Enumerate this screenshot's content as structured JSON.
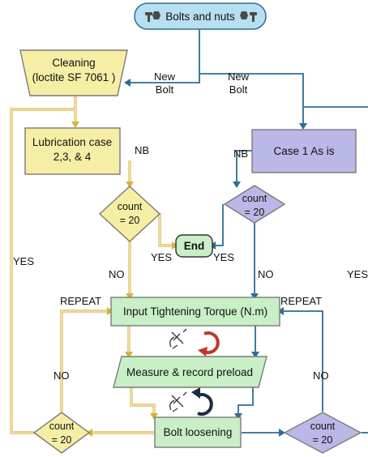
{
  "start": {
    "label": "Bolts and nuts"
  },
  "cleaning": {
    "line1": "Cleaning",
    "line2": "(loctite SF 7061 )"
  },
  "lubrication": {
    "line1": "Lubrication case",
    "line2": "2,3, & 4"
  },
  "case1": {
    "label": "Case 1 As is"
  },
  "count_left": {
    "line1": "count",
    "line2": "= 20"
  },
  "count_right": {
    "line1": "count",
    "line2": "= 20"
  },
  "end": {
    "label": "End"
  },
  "input_torque": {
    "label": "Input Tightening Torque (N.m)"
  },
  "measure": {
    "label": "Measure & record preload"
  },
  "loosening": {
    "label": "Bolt loosening"
  },
  "count_bottom_left": {
    "line1": "count",
    "line2": "= 20"
  },
  "count_bottom_right": {
    "line1": "count",
    "line2": "= 20"
  },
  "edge_labels": {
    "new_bolt_a_1": "New",
    "new_bolt_a_2": "Bolt",
    "new_bolt_b_1": "New",
    "new_bolt_b_2": "Bolt",
    "nb_left": "NB",
    "nb_right": "NB",
    "yes_left": "YES",
    "yes_end_left": "YES",
    "yes_end_right": "YES",
    "yes_far_right": "YES",
    "no_left": "NO",
    "no_right": "NO",
    "repeat_left": "REPEAT",
    "repeat_right": "REPEAT",
    "no_loop_left": "NO",
    "no_loop_right": "NO"
  },
  "colors": {
    "yellow_fill": "#f5eea4",
    "yellow_line": "#d9b13a",
    "purple_fill": "#b9b8e6",
    "blue_line": "#2d6d94",
    "green_fill": "#c8efc6",
    "start_fill": "#b7dff0",
    "red_arrow": "#c0392b",
    "black_arrow": "#1d2b44"
  }
}
